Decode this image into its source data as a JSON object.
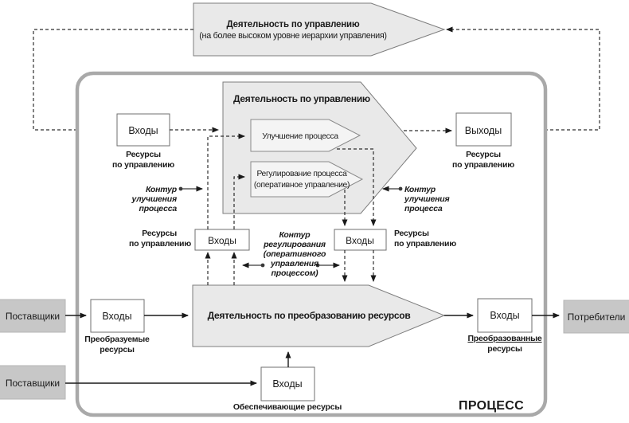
{
  "colors": {
    "shape_fill": "#e9e9e9",
    "inner_arrow_fill": "#f4f4f4",
    "external_box_fill": "#c7c7c7",
    "process_border": "#a9a9a9",
    "line": "#2e2e2e"
  },
  "top_arrow": {
    "title": "Деятельность по управлению",
    "subtitle": "(на более высоком уровне иерархии управления)"
  },
  "management": {
    "title": "Деятельность по управлению",
    "improvement": "Улучшение процесса",
    "regulation_line1": "Регулирование процесса",
    "regulation_line2": "(оперативное управление)"
  },
  "transformation": {
    "title": "Деятельность по преобразованию ресурсов"
  },
  "box_labels": {
    "inputs": "Входы",
    "outputs": "Выходы"
  },
  "captions": {
    "resources_line1": "Ресурсы",
    "resources_line2": "по управлению",
    "transformable_line1": "Преобразуемые",
    "transformable_line2": "ресурсы",
    "transformed_line1": "Преобразованные",
    "transformed_line2": "ресурсы",
    "supporting": "Обеспечивающие ресурсы"
  },
  "contours": {
    "improvement": {
      "line1": "Контур",
      "line2": "улучшения",
      "line3": "процесса"
    },
    "regulation": {
      "line1": "Контур",
      "line2": "регулирования",
      "line3": "(оперативного",
      "line4": "управления",
      "line5": "процессом)"
    }
  },
  "external": {
    "suppliers": "Поставщики",
    "consumers": "Потребители"
  },
  "process": {
    "label": "ПРОЦЕСС"
  }
}
